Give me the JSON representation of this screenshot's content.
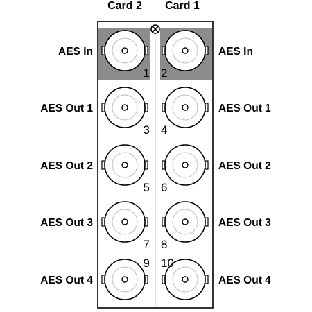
{
  "headers": {
    "card2": "Card 2",
    "card1": "Card 1"
  },
  "rows": [
    {
      "label": "AES In",
      "left_num": "1",
      "right_num": "2",
      "highlight": true
    },
    {
      "label": "AES Out 1",
      "left_num": "3",
      "right_num": "4",
      "highlight": false
    },
    {
      "label": "AES Out 2",
      "left_num": "5",
      "right_num": "6",
      "highlight": false
    },
    {
      "label": "AES Out 3",
      "left_num": "7",
      "right_num": "8",
      "highlight": false
    },
    {
      "label": "AES Out 4",
      "left_num": "9",
      "right_num": "10",
      "highlight": false
    }
  ],
  "colors": {
    "highlight": "#8c8c8c",
    "outline": "#000000",
    "inner_ring": "#bdbdbd",
    "divider": "#c8c8c8"
  },
  "icons": {
    "connector": "bnc-connector-icon",
    "screw": "screw-icon"
  }
}
